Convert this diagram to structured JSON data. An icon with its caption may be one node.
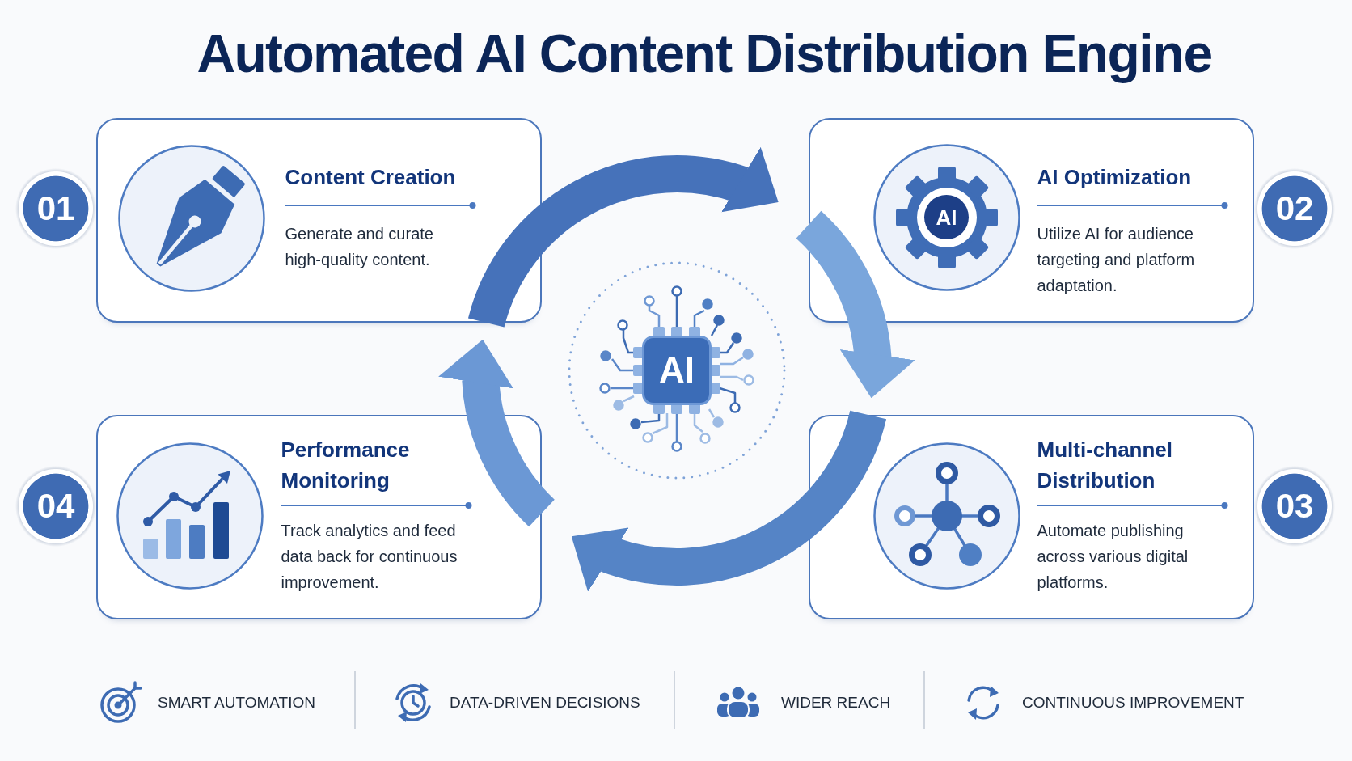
{
  "diagram": {
    "title": "Automated AI Content Distribution Engine",
    "nodes": [
      {
        "text": [
          "01"
        ]
      },
      {
        "text": [
          "Content Creation",
          "Generate and curate high-quality content."
        ]
      },
      {
        "text": [
          "AI Optimization",
          "Utilize AI for audience targeting and platform adaptation."
        ]
      },
      {
        "text": [
          "AI"
        ],
        "in": 2
      },
      {
        "text": [
          "02"
        ]
      },
      {
        "text": [
          "AI"
        ]
      },
      {
        "text": [
          "04"
        ]
      },
      {
        "text": [
          "Performance Monitoring",
          "Track analytics and feed data back for continuous improvement."
        ]
      },
      {
        "text": [
          "Multi-channel Distribution",
          "Automate publishing across various digital platforms."
        ]
      },
      {
        "text": [
          "03"
        ]
      }
    ],
    "edges": [
      {
        "from": 1,
        "to": 2,
        "arrow": "to",
        "color": "#4672ba"
      },
      {
        "from": 2,
        "to": 8,
        "arrow": "to",
        "color": "#7aa6dc"
      },
      {
        "from": 8,
        "to": 7,
        "arrow": "to",
        "color": "#5584c6"
      },
      {
        "from": 7,
        "to": 1,
        "arrow": "to",
        "color": "#6b98d5"
      }
    ],
    "labels": [
      "SMART AUTOMATION",
      "DATA-DRIVEN DECISIONS",
      "WIDER REACH",
      "CONTINUOUS IMPROVEMENT"
    ]
  }
}
